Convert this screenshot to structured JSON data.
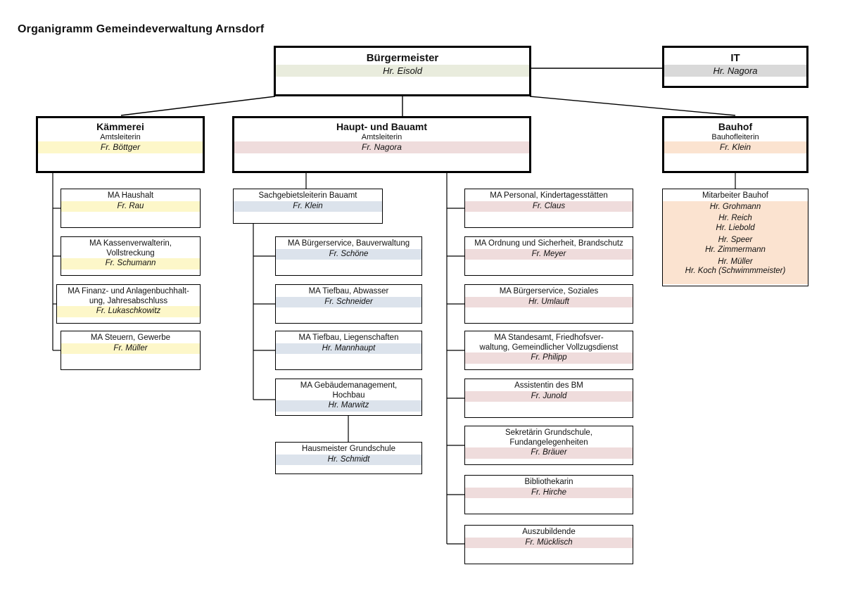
{
  "document": {
    "title": "Organigramm Gemeindeverwaltung Arnsdorf"
  },
  "colors": {
    "mayor_band": "#e9ecdd",
    "it_band": "#d9d9d9",
    "kaemmerei_band": "#fdf7c9",
    "hauptamt_band": "#efdcdc",
    "bauamt_band": "#dce3ec",
    "bauhof_band": "#fbe3d0",
    "line": "#000000",
    "text": "#111111"
  },
  "org": {
    "mayor": {
      "title": "Bürgermeister",
      "person": "Hr. Eisold"
    },
    "it": {
      "title": "IT",
      "person": "Hr. Nagora"
    },
    "kaemmerei": {
      "title": "Kämmerei",
      "role": "Amtsleiterin",
      "person": "Fr. Böttger",
      "children": [
        {
          "title": "MA Haushalt",
          "person": "Fr. Rau"
        },
        {
          "title": "MA Kassenverwalterin,\nVollstreckung",
          "person": "Fr. Schumann"
        },
        {
          "title": "MA Finanz- und Anlagenbuchhalt-\nung, Jahresabschluss",
          "person": "Fr. Lukaschkowitz"
        },
        {
          "title": "MA Steuern, Gewerbe",
          "person": "Fr. Müller"
        }
      ]
    },
    "hauptamt": {
      "title": "Haupt- und Bauamt",
      "role": "Amtsleiterin",
      "person": "Fr. Nagora",
      "bauamt": {
        "title": "Sachgebietsleiterin Bauamt",
        "person": "Fr. Klein",
        "children": [
          {
            "title": "MA Bürgerservice, Bauverwaltung",
            "person": "Fr. Schöne"
          },
          {
            "title": "MA Tiefbau, Abwasser",
            "person": "Fr. Schneider"
          },
          {
            "title": "MA Tiefbau, Liegenschaften",
            "person": "Hr. Mannhaupt"
          },
          {
            "title": "MA Gebäudemanagement,\nHochbau",
            "person": "Hr. Marwitz",
            "child": {
              "title": "Hausmeister Grundschule",
              "person": "Hr. Schmidt"
            }
          }
        ]
      },
      "children": [
        {
          "title": "MA Personal, Kindertagesstätten",
          "person": "Fr. Claus"
        },
        {
          "title": "MA Ordnung und Sicherheit, Brandschutz",
          "person": "Fr. Meyer"
        },
        {
          "title": "MA Bürgerservice, Soziales",
          "person": "Hr. Umlauft"
        },
        {
          "title": "MA Standesamt, Friedhofsver-\nwaltung, Gemeindlicher Vollzugsdienst",
          "person": "Fr. Philipp"
        },
        {
          "title": "Assistentin des BM",
          "person": "Fr. Junold"
        },
        {
          "title": "Sekretärin Grundschule,\nFundangelegenheiten",
          "person": "Fr. Bräuer"
        },
        {
          "title": "Bibliothekarin",
          "person": "Fr. Hirche"
        },
        {
          "title": "Auszubildende",
          "person": "Fr.  Mücklisch"
        }
      ]
    },
    "bauhof": {
      "title": "Bauhof",
      "role": "Bauhofleiterin",
      "person": "Fr. Klein",
      "staff": {
        "title": "Mitarbeiter Bauhof",
        "people": [
          "Hr. Grohmann",
          "Hr. Reich",
          "Hr. Liebold",
          "Hr. Speer",
          "Hr. Zimmermann",
          "Hr. Müller",
          "Hr. Koch (Schwimmmeister)"
        ]
      }
    }
  }
}
